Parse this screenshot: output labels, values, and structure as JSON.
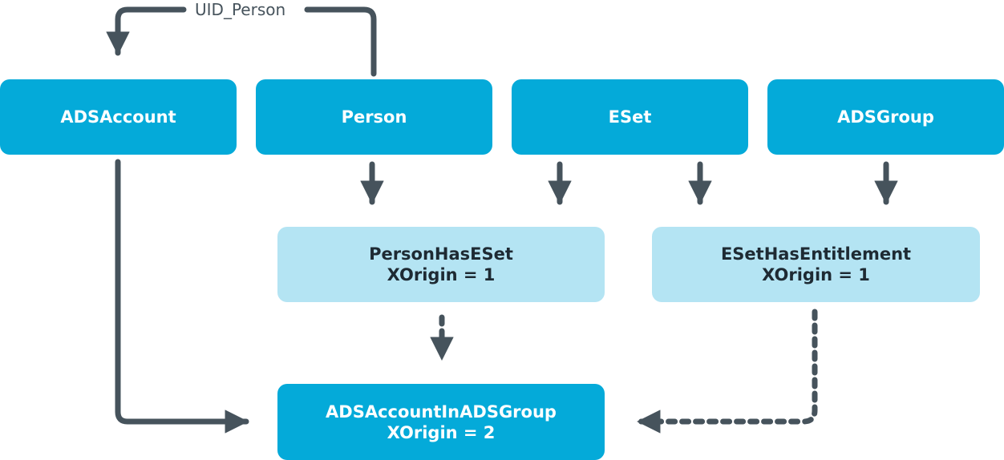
{
  "colors": {
    "primary_node": "#04aad9",
    "secondary_node": "#b4e4f3",
    "arrow": "#46535c"
  },
  "edge_label": "UID_Person",
  "nodes": {
    "ads_account": {
      "title": "ADSAccount"
    },
    "person": {
      "title": "Person"
    },
    "eset": {
      "title": "ESet"
    },
    "ads_group": {
      "title": "ADSGroup"
    },
    "person_has_eset": {
      "title": "PersonHasESet",
      "subtitle": "XOrigin = 1"
    },
    "eset_has_entitlement": {
      "title": "ESetHasEntitlement",
      "subtitle": "XOrigin = 1"
    },
    "ads_account_in_ads_group": {
      "title": "ADSAccountInADSGroup",
      "subtitle": "XOrigin = 2"
    }
  }
}
